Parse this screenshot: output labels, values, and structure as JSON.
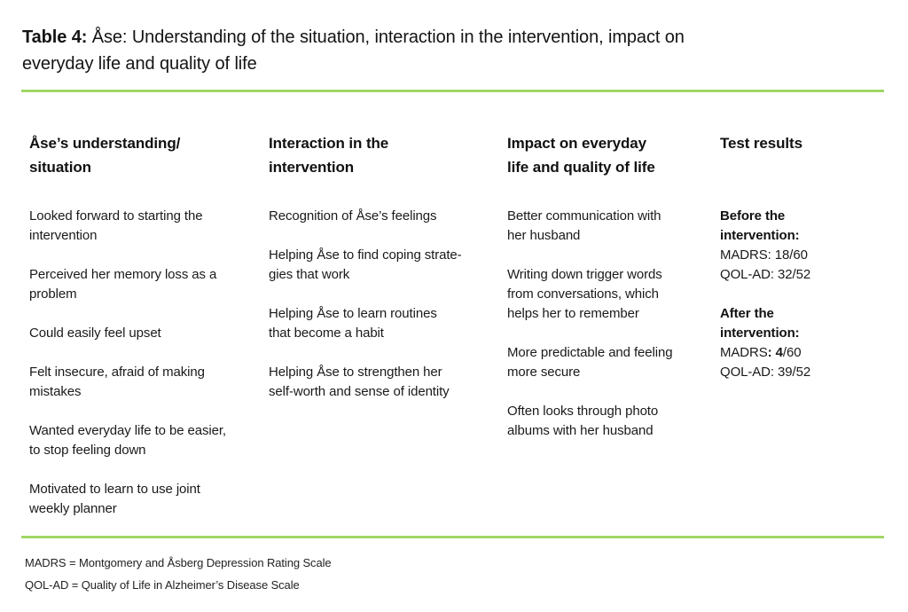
{
  "title": {
    "prefix": "Table 4:",
    "rest": " Åse: Understanding of the situation, interaction in the intervention, impact on\neveryday life and quality of life"
  },
  "colors": {
    "accent_green": "#92d050",
    "text": "#1a1a1a"
  },
  "table": {
    "columns": [
      {
        "header": "Åse’s understanding/\nsituation",
        "items": [
          "Looked forward to starting the\nintervention",
          "Perceived her memory loss as a\nproblem",
          "Could easily feel upset",
          "Felt insecure, afraid of making\nmistakes",
          "Wanted everyday life to be easier,\nto stop feeling down",
          "Motivated to learn to use joint\nweekly planner"
        ]
      },
      {
        "header": "Interaction in the\nintervention",
        "items": [
          "Recognition of Åse’s feelings",
          "Helping Åse to find coping strate-\ngies that work",
          "Helping Åse to learn routines\nthat become a habit",
          "Helping Åse to strengthen her\nself-worth and sense of identity"
        ]
      },
      {
        "header": "Impact on everyday\nlife and quality of life",
        "items": [
          "Better communication with\nher husband",
          "Writing down trigger words\nfrom conversations, which\nhelps her to remember",
          "More predictable and feeling\nmore secure",
          "Often looks through photo\nalbums with her husband"
        ]
      },
      {
        "header": "Test results"
      }
    ],
    "test_results": {
      "before": {
        "heading": "Before the\nintervention:",
        "madrs": "MADRS: 18/60",
        "qolad": "QOL-AD: 32/52"
      },
      "after": {
        "heading": "After the\nintervention:",
        "madrs_prefix": "MADRS",
        "madrs_bold": ": 4",
        "madrs_suffix": "/60",
        "qolad": "QOL-AD: 39/52"
      }
    }
  },
  "footnotes": [
    "MADRS = Montgomery and Åsberg Depression Rating Scale",
    "QOL-AD = Quality of Life in Alzheimer’s Disease Scale"
  ]
}
